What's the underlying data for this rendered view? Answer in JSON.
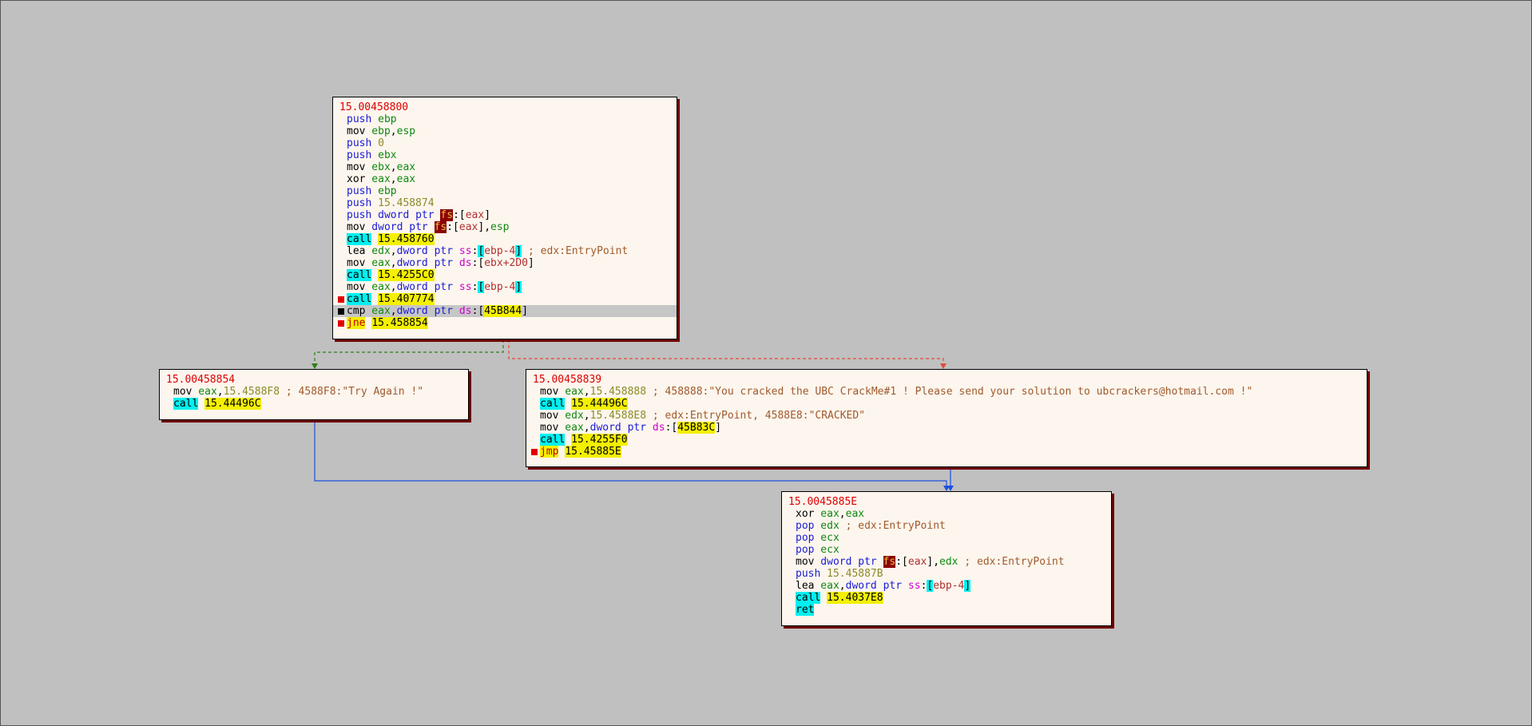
{
  "colors": {
    "background": "#c0c0c0",
    "block_bg": "#fdf6ee",
    "block_shadow": "#6e0000",
    "edge_true": "#2e7d1a",
    "edge_false": "#e04a3a",
    "edge_jmp": "#1b50e0"
  },
  "edges": [
    {
      "from": "block-458800",
      "to": "block-458854",
      "type": "true",
      "style": "dashed",
      "color": "#2e7d1a"
    },
    {
      "from": "block-458800",
      "to": "block-458839",
      "type": "false",
      "style": "dashed",
      "color": "#e04a3a"
    },
    {
      "from": "block-458854",
      "to": "block-45885E",
      "type": "jmp",
      "style": "solid",
      "color": "#1b50e0"
    },
    {
      "from": "block-458839",
      "to": "block-45885E",
      "type": "jmp",
      "style": "solid",
      "color": "#1b50e0"
    }
  ],
  "blocks": [
    {
      "id": "block-458800",
      "address": "15.00458800",
      "lines": [
        {
          "mn": "push",
          "ops": [
            {
              "k": "reg",
              "t": " ebp"
            }
          ]
        },
        {
          "mn": "mov",
          "ops": [
            {
              "k": "reg",
              "t": " ebp"
            },
            {
              "k": "plain",
              "t": ","
            },
            {
              "k": "reg",
              "t": "esp"
            }
          ]
        },
        {
          "mn": "push",
          "ops": [
            {
              "k": "num",
              "t": " 0"
            }
          ]
        },
        {
          "mn": "push",
          "ops": [
            {
              "k": "reg",
              "t": " ebx"
            }
          ]
        },
        {
          "mn": "mov",
          "ops": [
            {
              "k": "reg",
              "t": " ebx"
            },
            {
              "k": "plain",
              "t": ","
            },
            {
              "k": "reg",
              "t": "eax"
            }
          ]
        },
        {
          "mn": "xor",
          "ops": [
            {
              "k": "reg",
              "t": " eax"
            },
            {
              "k": "plain",
              "t": ","
            },
            {
              "k": "reg",
              "t": "eax"
            }
          ]
        },
        {
          "mn": "push",
          "ops": [
            {
              "k": "reg",
              "t": " ebp"
            }
          ]
        },
        {
          "mn": "push",
          "ops": [
            {
              "k": "num",
              "t": " 15.458874"
            }
          ]
        },
        {
          "mn": "push",
          "ops": [
            {
              "k": "ptr",
              "t": " dword ptr "
            },
            {
              "k": "fs",
              "t": "fs"
            },
            {
              "k": "plain",
              "t": ":["
            },
            {
              "k": "mem",
              "t": "eax"
            },
            {
              "k": "plain",
              "t": "]"
            }
          ]
        },
        {
          "mn": "mov",
          "ops": [
            {
              "k": "ptr",
              "t": " dword ptr "
            },
            {
              "k": "fs",
              "t": "fs"
            },
            {
              "k": "plain",
              "t": ":["
            },
            {
              "k": "mem",
              "t": "eax"
            },
            {
              "k": "plain",
              "t": "],"
            },
            {
              "k": "reg",
              "t": "esp"
            }
          ]
        },
        {
          "mn": "call",
          "ops": [
            {
              "k": "plain",
              "t": " "
            },
            {
              "k": "addr",
              "t": "15.458760"
            }
          ]
        },
        {
          "mn": "lea",
          "ops": [
            {
              "k": "reg",
              "t": " edx"
            },
            {
              "k": "plain",
              "t": ","
            },
            {
              "k": "ptr",
              "t": "dword ptr "
            },
            {
              "k": "seg",
              "t": "ss"
            },
            {
              "k": "plain",
              "t": ":"
            },
            {
              "k": "br",
              "t": "["
            },
            {
              "k": "mem",
              "t": "ebp-4"
            },
            {
              "k": "br",
              "t": "]"
            },
            {
              "k": "cmt",
              "t": " ; edx:EntryPoint"
            }
          ]
        },
        {
          "mn": "mov",
          "ops": [
            {
              "k": "reg",
              "t": " eax"
            },
            {
              "k": "plain",
              "t": ","
            },
            {
              "k": "ptr",
              "t": "dword ptr "
            },
            {
              "k": "seg",
              "t": "ds"
            },
            {
              "k": "plain",
              "t": ":["
            },
            {
              "k": "mem",
              "t": "ebx+2D0"
            },
            {
              "k": "plain",
              "t": "]"
            }
          ]
        },
        {
          "mn": "call",
          "ops": [
            {
              "k": "plain",
              "t": " "
            },
            {
              "k": "addr",
              "t": "15.4255C0"
            }
          ]
        },
        {
          "mn": "mov",
          "ops": [
            {
              "k": "reg",
              "t": " eax"
            },
            {
              "k": "plain",
              "t": ","
            },
            {
              "k": "ptr",
              "t": "dword ptr "
            },
            {
              "k": "seg",
              "t": "ss"
            },
            {
              "k": "plain",
              "t": ":"
            },
            {
              "k": "br",
              "t": "["
            },
            {
              "k": "mem",
              "t": "ebp-4"
            },
            {
              "k": "br",
              "t": "]"
            }
          ]
        },
        {
          "mn": "call",
          "bp": "red",
          "ops": [
            {
              "k": "plain",
              "t": " "
            },
            {
              "k": "addr",
              "t": "15.407774"
            }
          ]
        },
        {
          "mn": "cmp",
          "bp": "black",
          "sel": true,
          "ops": [
            {
              "k": "reg",
              "t": " eax"
            },
            {
              "k": "plain",
              "t": ","
            },
            {
              "k": "ptr",
              "t": "dword ptr "
            },
            {
              "k": "seg",
              "t": "ds"
            },
            {
              "k": "plain",
              "t": ":["
            },
            {
              "k": "addr",
              "t": "45B844"
            },
            {
              "k": "plain",
              "t": "]"
            }
          ]
        },
        {
          "mn": "jne",
          "bp": "red",
          "ops": [
            {
              "k": "plain",
              "t": " "
            },
            {
              "k": "addr",
              "t": "15.458854"
            }
          ]
        }
      ]
    },
    {
      "id": "block-458854",
      "address": "15.00458854",
      "lines": [
        {
          "mn": "mov",
          "ops": [
            {
              "k": "reg",
              "t": " eax"
            },
            {
              "k": "plain",
              "t": ","
            },
            {
              "k": "num",
              "t": "15.4588F8"
            },
            {
              "k": "cmt",
              "t": " ; 4588F8:\"Try Again !\""
            }
          ]
        },
        {
          "mn": "call",
          "ops": [
            {
              "k": "plain",
              "t": " "
            },
            {
              "k": "addr",
              "t": "15.44496C"
            }
          ]
        }
      ]
    },
    {
      "id": "block-458839",
      "address": "15.00458839",
      "lines": [
        {
          "mn": "mov",
          "ops": [
            {
              "k": "reg",
              "t": " eax"
            },
            {
              "k": "plain",
              "t": ","
            },
            {
              "k": "num",
              "t": "15.458888"
            },
            {
              "k": "cmt",
              "t": " ; 458888:\"You cracked the UBC CrackMe#1 ! Please send your solution to ubcrackers@hotmail.com !\""
            }
          ]
        },
        {
          "mn": "call",
          "ops": [
            {
              "k": "plain",
              "t": " "
            },
            {
              "k": "addr",
              "t": "15.44496C"
            }
          ]
        },
        {
          "mn": "mov",
          "ops": [
            {
              "k": "reg",
              "t": " edx"
            },
            {
              "k": "plain",
              "t": ","
            },
            {
              "k": "num",
              "t": "15.4588E8"
            },
            {
              "k": "cmt",
              "t": " ; edx:EntryPoint, 4588E8:\"CRACKED\""
            }
          ]
        },
        {
          "mn": "mov",
          "ops": [
            {
              "k": "reg",
              "t": " eax"
            },
            {
              "k": "plain",
              "t": ","
            },
            {
              "k": "ptr",
              "t": "dword ptr "
            },
            {
              "k": "seg",
              "t": "ds"
            },
            {
              "k": "plain",
              "t": ":["
            },
            {
              "k": "addr",
              "t": "45B83C"
            },
            {
              "k": "plain",
              "t": "]"
            }
          ]
        },
        {
          "mn": "call",
          "ops": [
            {
              "k": "plain",
              "t": " "
            },
            {
              "k": "addr",
              "t": "15.4255F0"
            }
          ]
        },
        {
          "mn": "jmp",
          "bp": "red",
          "ops": [
            {
              "k": "plain",
              "t": " "
            },
            {
              "k": "addr",
              "t": "15.45885E"
            }
          ]
        }
      ]
    },
    {
      "id": "block-45885E",
      "address": "15.0045885E",
      "lines": [
        {
          "mn": "xor",
          "ops": [
            {
              "k": "reg",
              "t": " eax"
            },
            {
              "k": "plain",
              "t": ","
            },
            {
              "k": "reg",
              "t": "eax"
            }
          ]
        },
        {
          "mn": "pop",
          "ops": [
            {
              "k": "reg",
              "t": " edx"
            },
            {
              "k": "cmt",
              "t": " ; edx:EntryPoint"
            }
          ]
        },
        {
          "mn": "pop",
          "ops": [
            {
              "k": "reg",
              "t": " ecx"
            }
          ]
        },
        {
          "mn": "pop",
          "ops": [
            {
              "k": "reg",
              "t": " ecx"
            }
          ]
        },
        {
          "mn": "mov",
          "ops": [
            {
              "k": "ptr",
              "t": " dword ptr "
            },
            {
              "k": "fs",
              "t": "fs"
            },
            {
              "k": "plain",
              "t": ":["
            },
            {
              "k": "mem",
              "t": "eax"
            },
            {
              "k": "plain",
              "t": "],"
            },
            {
              "k": "reg",
              "t": "edx"
            },
            {
              "k": "cmt",
              "t": " ; edx:EntryPoint"
            }
          ]
        },
        {
          "mn": "push",
          "ops": [
            {
              "k": "num",
              "t": " 15.45887B"
            }
          ]
        },
        {
          "mn": "lea",
          "ops": [
            {
              "k": "reg",
              "t": " eax"
            },
            {
              "k": "plain",
              "t": ","
            },
            {
              "k": "ptr",
              "t": "dword ptr "
            },
            {
              "k": "seg",
              "t": "ss"
            },
            {
              "k": "plain",
              "t": ":"
            },
            {
              "k": "br",
              "t": "["
            },
            {
              "k": "mem",
              "t": "ebp-4"
            },
            {
              "k": "br",
              "t": "]"
            }
          ]
        },
        {
          "mn": "call",
          "ops": [
            {
              "k": "plain",
              "t": " "
            },
            {
              "k": "addr",
              "t": "15.4037E8"
            }
          ]
        },
        {
          "mn": "ret",
          "ops": []
        }
      ]
    }
  ]
}
